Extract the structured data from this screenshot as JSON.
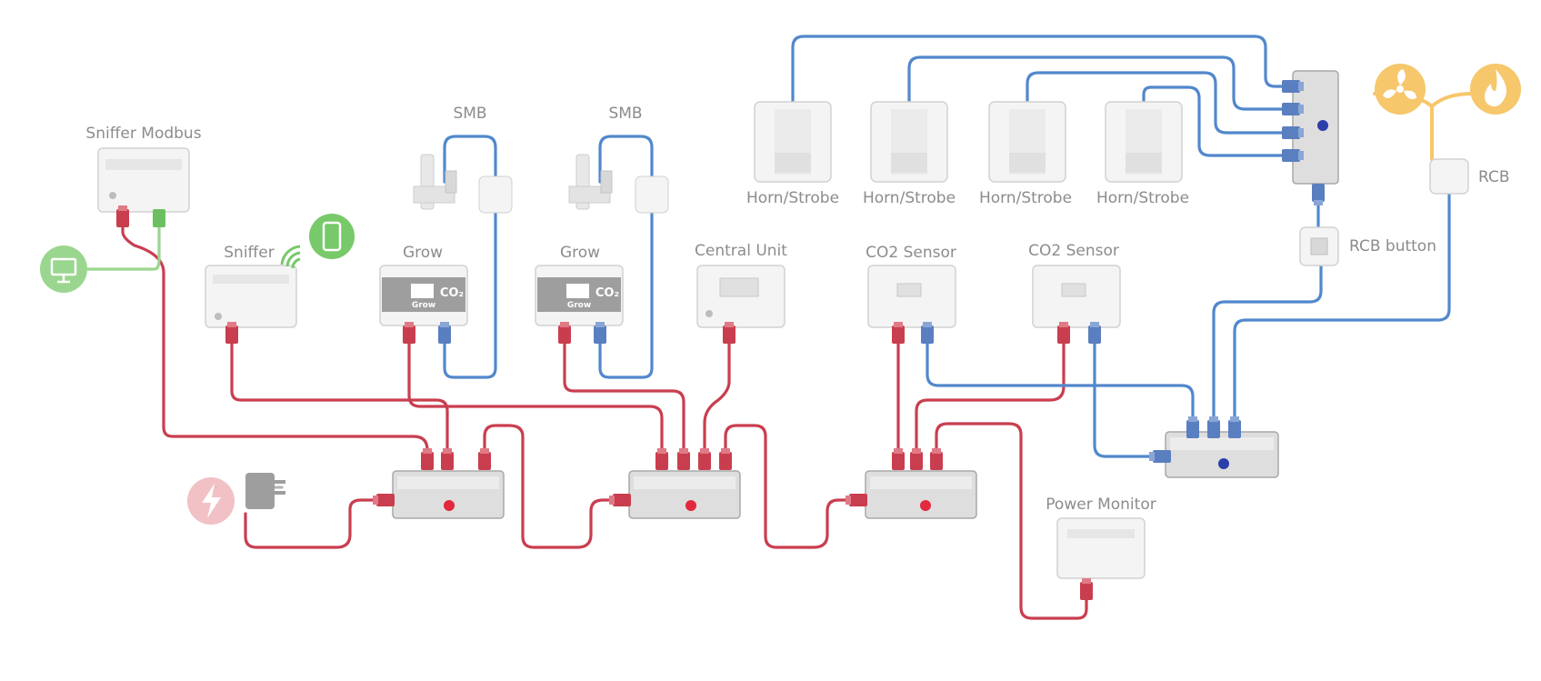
{
  "labels": {
    "sniffer_modbus": "Sniffer Modbus",
    "sniffer": "Sniffer",
    "grow_1": "Grow",
    "grow_2": "Grow",
    "smb_1": "SMB",
    "smb_2": "SMB",
    "central_unit": "Central Unit",
    "co2_sensor_1": "CO2 Sensor",
    "co2_sensor_2": "CO2 Sensor",
    "horn_strobe_1": "Horn/Strobe",
    "horn_strobe_2": "Horn/Strobe",
    "horn_strobe_3": "Horn/Strobe",
    "horn_strobe_4": "Horn/Strobe",
    "rcb_button": "RCB button",
    "rcb": "RCB",
    "power_monitor": "Power Monitor"
  },
  "device_faces": {
    "grow_display": "CO₂",
    "grow_name": "Grow"
  },
  "colors": {
    "power_wire": "#c93e4f",
    "signal_wire": "#5288cc",
    "computer_icon": "#9ad68f",
    "phone_icon": "#78c96a",
    "power_icon": "#f1c1c6",
    "fan_fire_icons": "#f6c76b"
  },
  "icons": [
    "computer-icon",
    "phone-wifi-icon",
    "lightning-icon",
    "fan-icon",
    "flame-icon",
    "power-adapter-icon"
  ]
}
